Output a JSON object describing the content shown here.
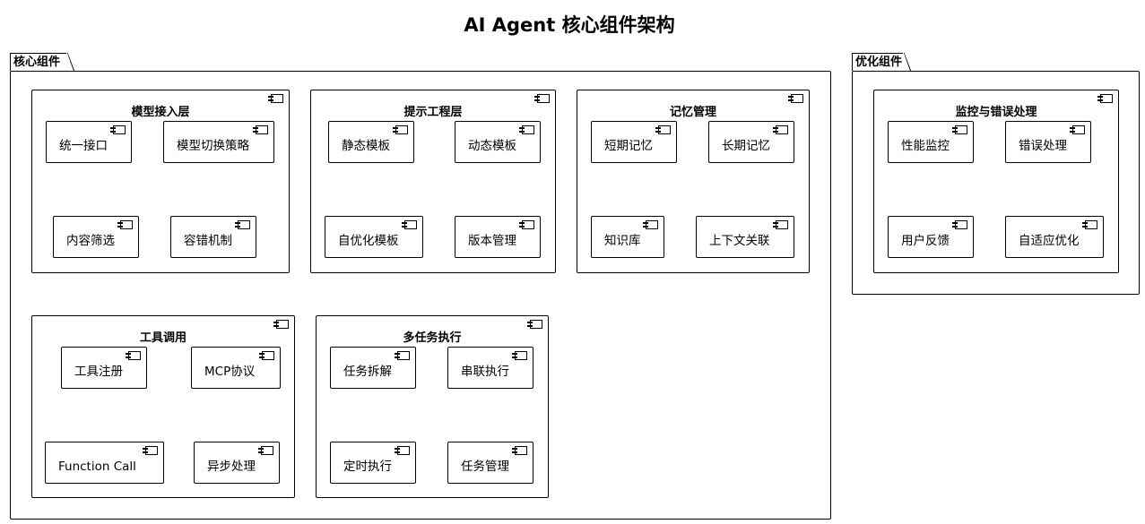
{
  "title": "AI Agent 核心组件架构",
  "packages": [
    {
      "name": "核心组件",
      "components": [
        {
          "title": "模型接入层",
          "items": [
            "统一接口",
            "模型切换策略",
            "内容筛选",
            "容错机制"
          ]
        },
        {
          "title": "提示工程层",
          "items": [
            "静态模板",
            "动态模板",
            "自优化模板",
            "版本管理"
          ]
        },
        {
          "title": "记忆管理",
          "items": [
            "短期记忆",
            "长期记忆",
            "知识库",
            "上下文关联"
          ]
        },
        {
          "title": "工具调用",
          "items": [
            "工具注册",
            "MCP协议",
            "Function Call",
            "异步处理"
          ]
        },
        {
          "title": "多任务执行",
          "items": [
            "任务拆解",
            "串联执行",
            "定时执行",
            "任务管理"
          ]
        }
      ]
    },
    {
      "name": "优化组件",
      "components": [
        {
          "title": "监控与错误处理",
          "items": [
            "性能监控",
            "错误处理",
            "用户反馈",
            "自适应优化"
          ]
        }
      ]
    }
  ]
}
